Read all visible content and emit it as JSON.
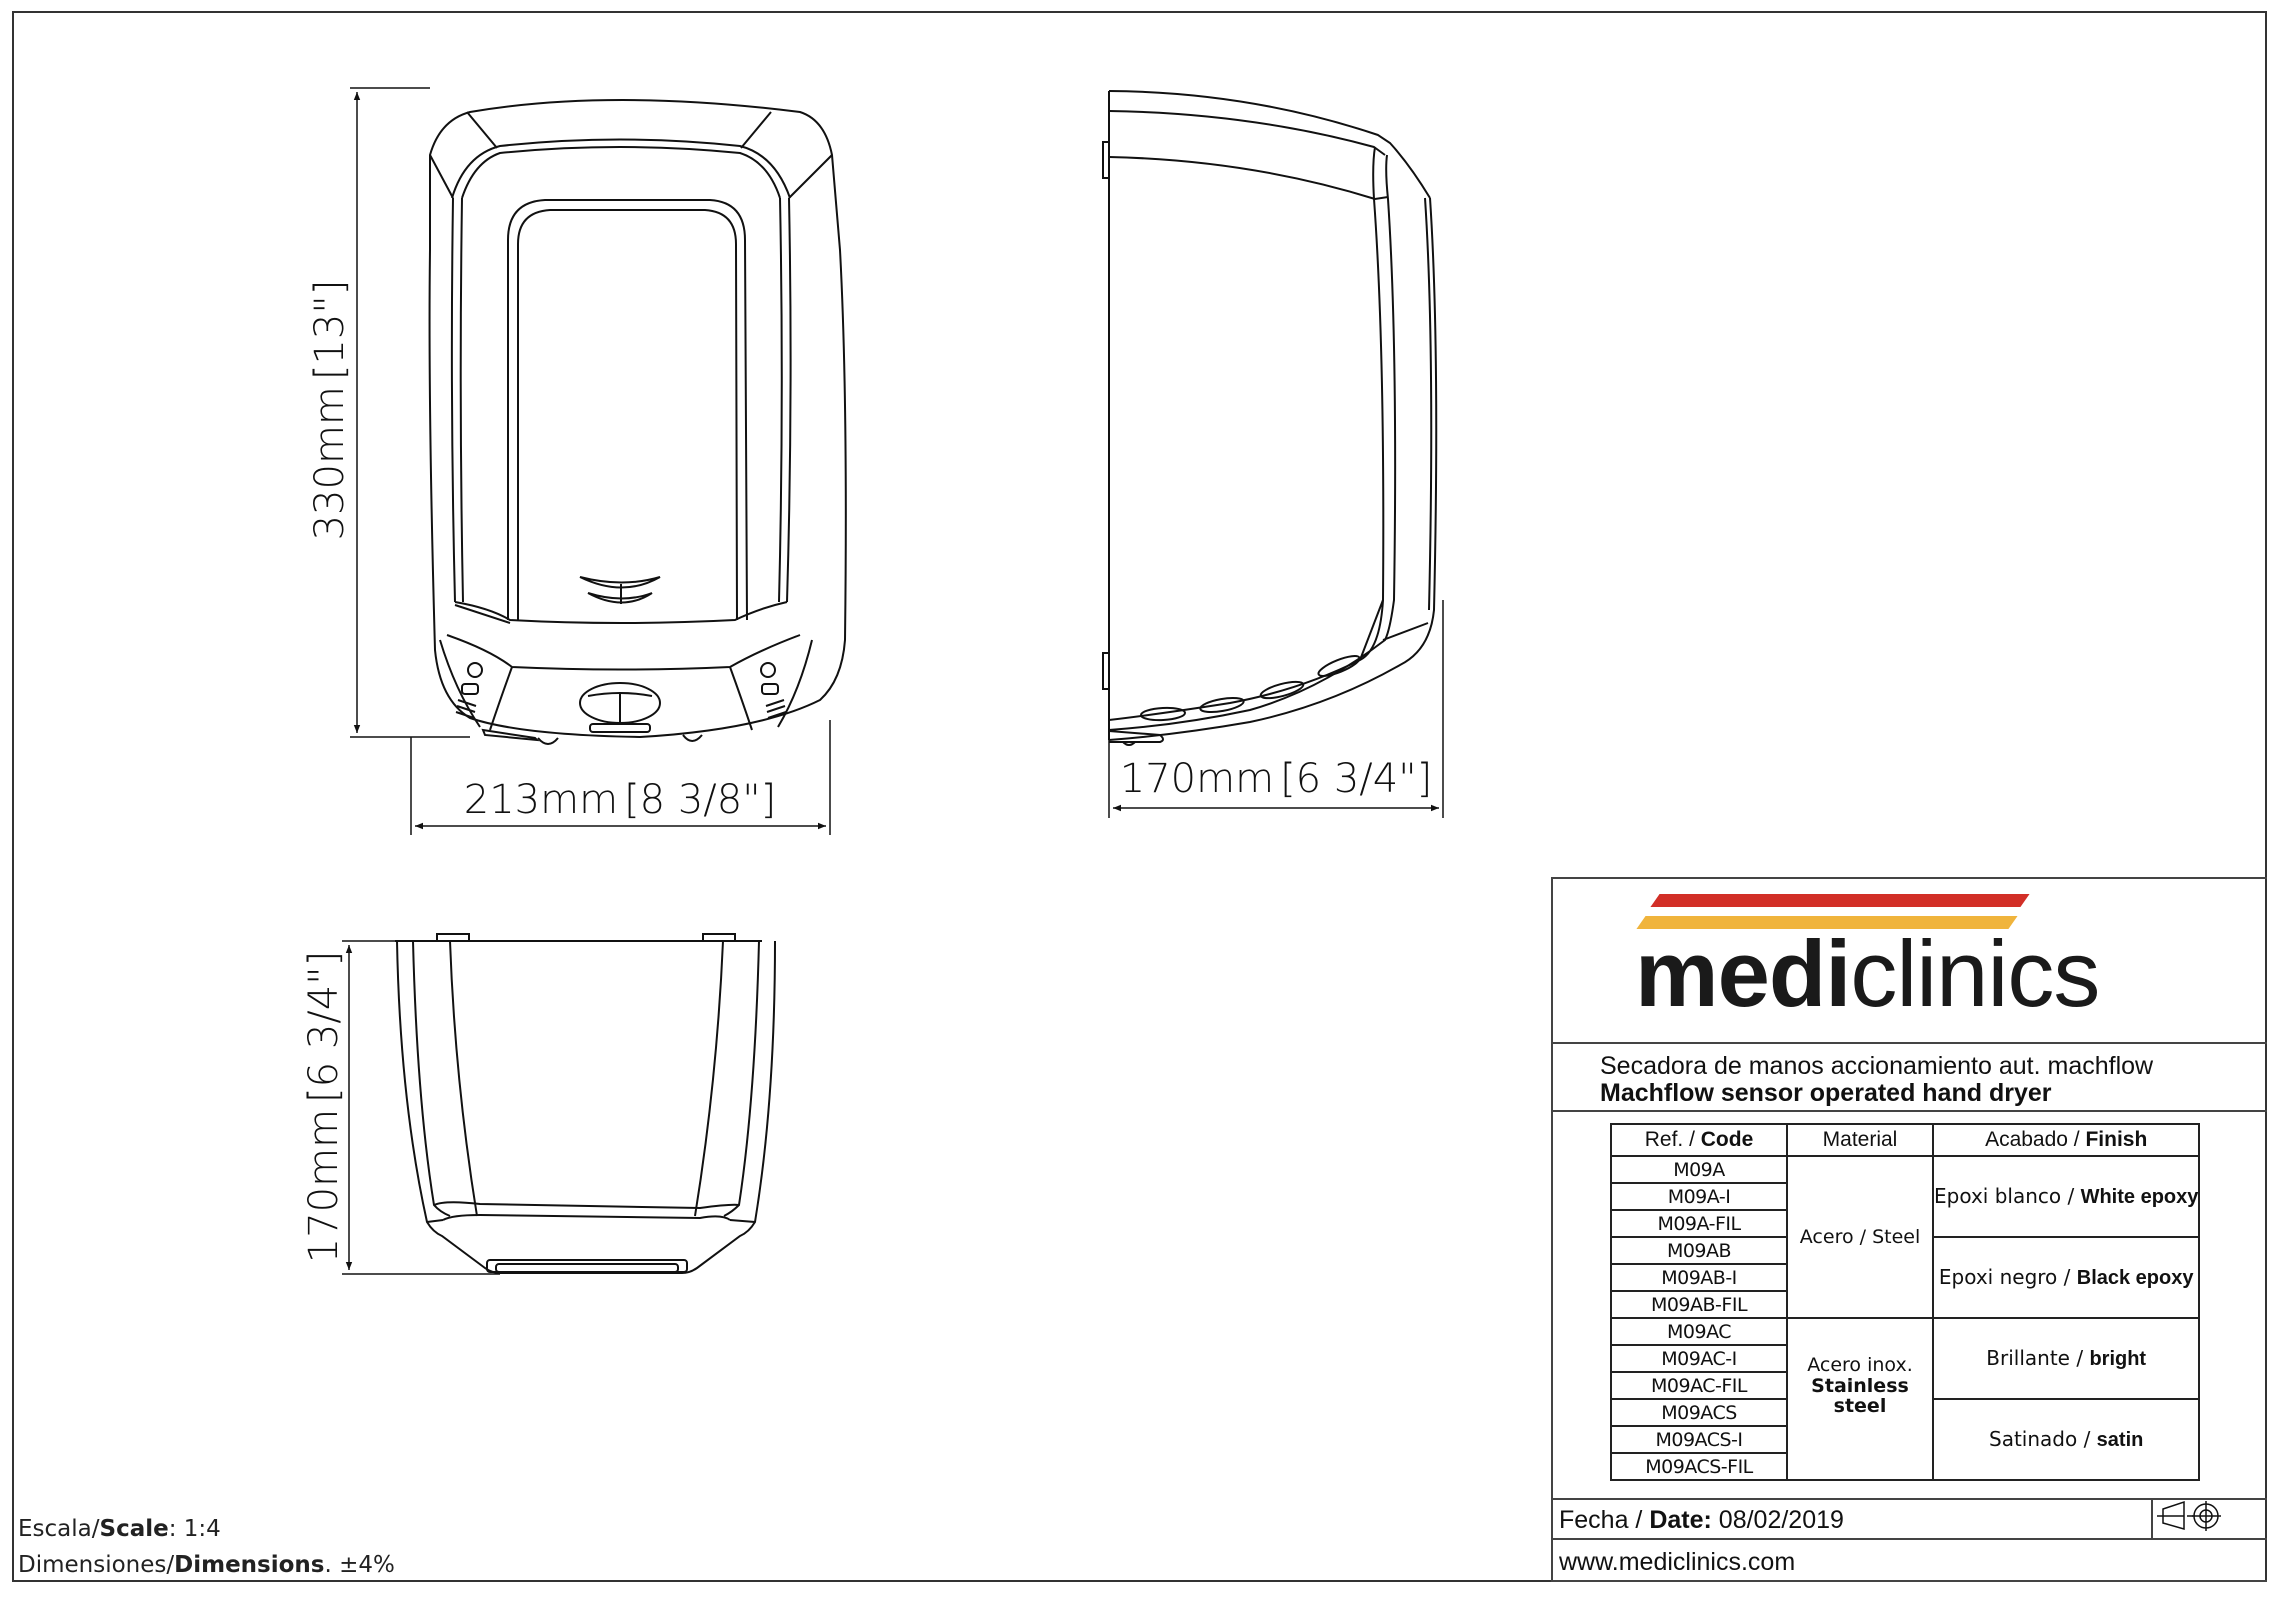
{
  "drawing": {
    "front_view": {
      "height_dim": "330mm",
      "height_dim_inch": "13\"",
      "width_dim": "213mm",
      "width_dim_inch": "8 3/8\""
    },
    "side_view": {
      "depth_dim": "170mm",
      "depth_dim_inch": "6 3/4\""
    },
    "top_view": {
      "depth_dim": "170mm",
      "depth_dim_inch": "6 3/4\""
    }
  },
  "notes": {
    "scale_label_es": "Escala/",
    "scale_label_en": "Scale",
    "scale_value": ":  1:4",
    "dimensions_label_es": "Dimensiones/",
    "dimensions_label_en": "Dimensions",
    "dimensions_value": ".  ±4%"
  },
  "title_block": {
    "logo": {
      "brand_bold": "medi",
      "brand_light": "clinics",
      "stripe_colors": [
        "#d22f27",
        "#f0b43c"
      ]
    },
    "description_es": "Secadora de manos accionamiento aut. machflow",
    "description_en": "Machflow sensor operated hand dryer",
    "table": {
      "headers": {
        "code_es": "Ref. / ",
        "code_en": "Code",
        "material": "Material",
        "finish_es": "Acabado / ",
        "finish_en": "Finish"
      },
      "codes": [
        "M09A",
        "M09A-I",
        "M09A-FIL",
        "M09AB",
        "M09AB-I",
        "M09AB-FIL",
        "M09AC",
        "M09AC-I",
        "M09AC-FIL",
        "M09ACS",
        "M09ACS-I",
        "M09ACS-FIL"
      ],
      "materials": [
        {
          "es": "Acero / Steel",
          "en": ""
        },
        {
          "es": "Acero inox.",
          "en": "Stainless steel"
        }
      ],
      "finishes": [
        {
          "es": "Epoxi blanco / ",
          "en": "White epoxy"
        },
        {
          "es": "Epoxi negro / ",
          "en": "Black epoxy"
        },
        {
          "es": "Brillante / ",
          "en": "bright"
        },
        {
          "es": "Satinado / ",
          "en": "satin"
        }
      ]
    },
    "date_label_es": "Fecha / ",
    "date_label_en": "Date:",
    "date_value": " 08/02/2019",
    "url": "www.mediclinics.com"
  }
}
